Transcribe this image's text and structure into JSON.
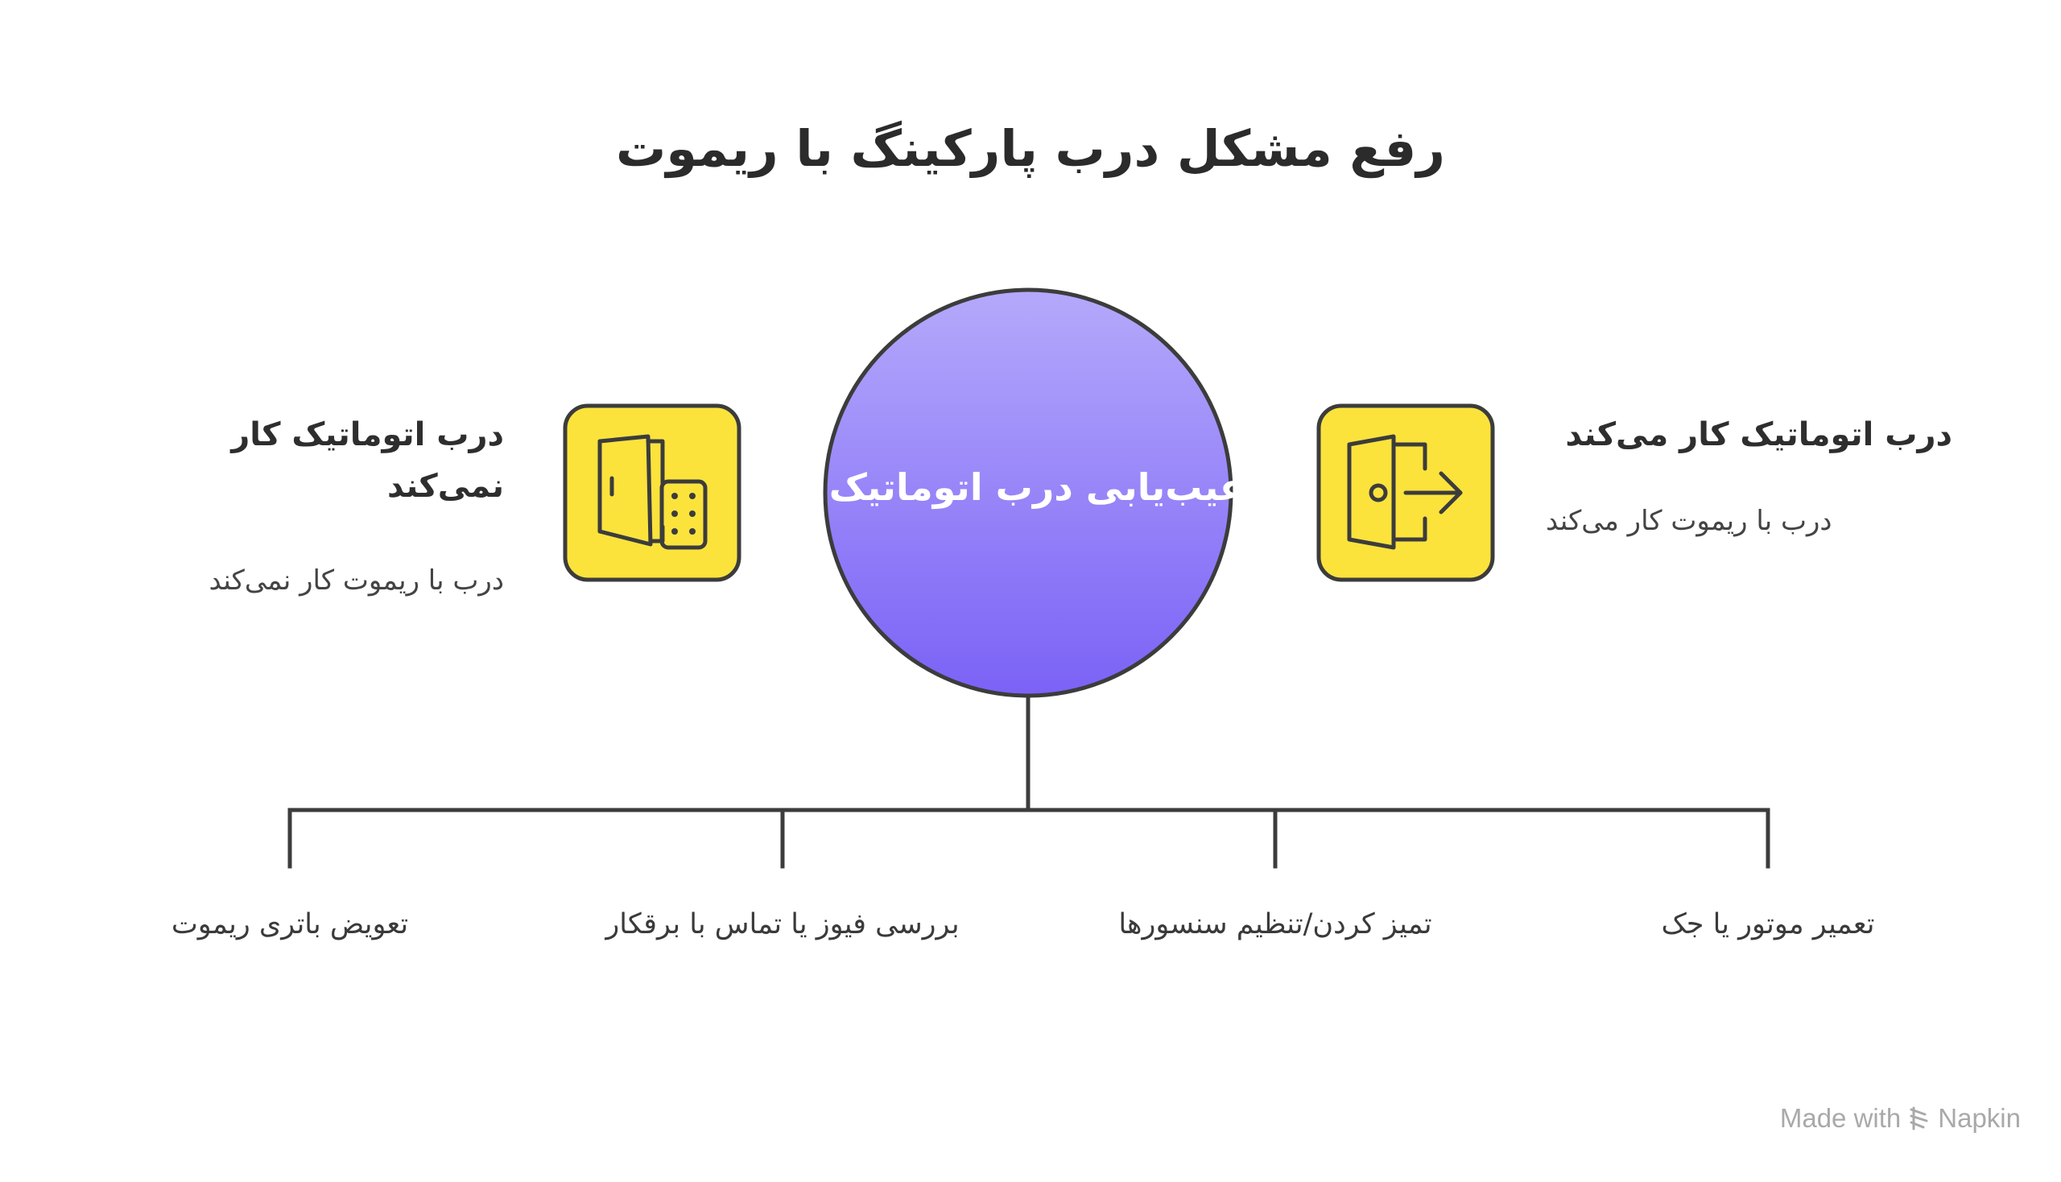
{
  "title": "رفع مشکل درب پارکینگ با ریموت",
  "center": {
    "label": "عیب‌یابی درب اتوماتیک"
  },
  "left_branch": {
    "heading": "درب اتوماتیک کار نمی‌کند",
    "description": "درب با ریموت کار نمی‌کند",
    "icon": "door-keypad-icon"
  },
  "right_branch": {
    "heading": "درب اتوماتیک کار می‌کند",
    "description": "درب با ریموت کار می‌کند",
    "icon": "door-exit-arrow-icon"
  },
  "leaves": [
    "تعویض باتری ریموت",
    "بررسی فیوز یا تماس با برقکار",
    "تمیز کردن/تنظیم سنسورها",
    "تعمیر موتور یا جک"
  ],
  "footer": {
    "made_with": "Made with",
    "brand": "Napkin",
    "icon": "napkin-logo-icon"
  },
  "colors": {
    "circle_top": "#b4a9fb",
    "circle_bottom": "#7b62f6",
    "icon_box": "#fbe33c",
    "stroke": "#3c3c3c"
  }
}
